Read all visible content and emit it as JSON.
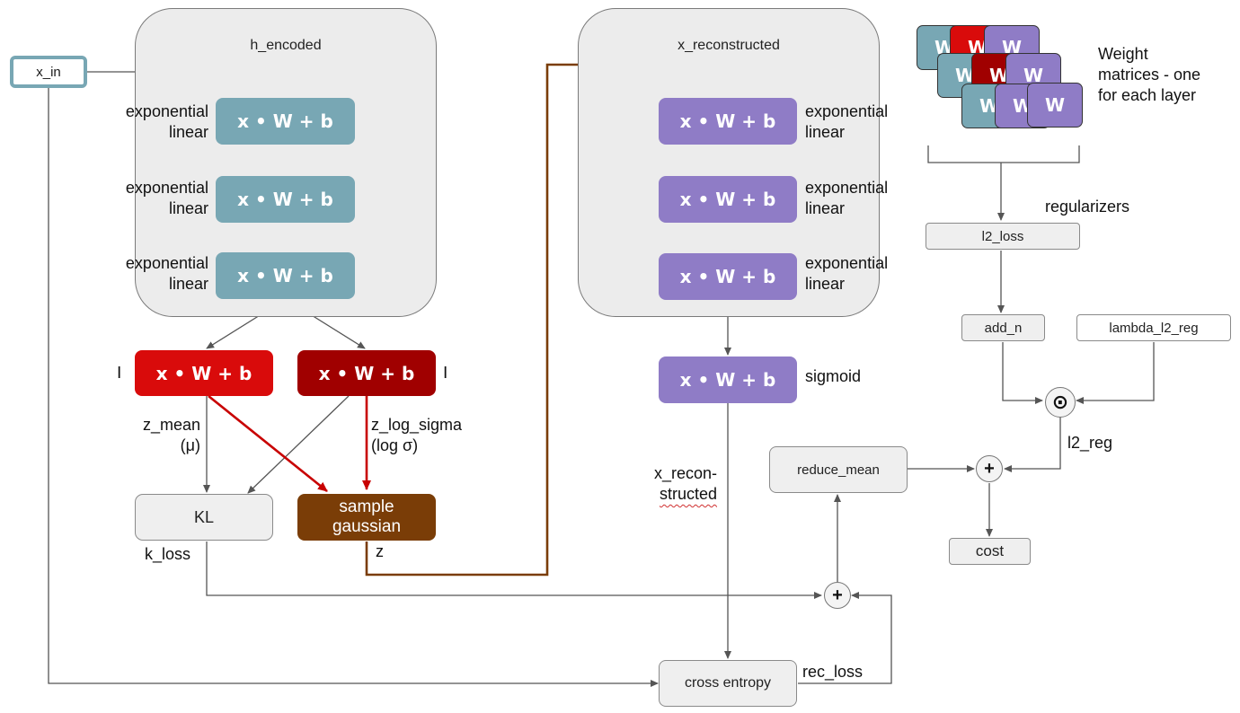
{
  "input": {
    "label": "x_in"
  },
  "encoder": {
    "title": "h_encoded",
    "layers": [
      {
        "op": "x • W + b",
        "activation_line1": "exponential",
        "activation_line2": "linear"
      },
      {
        "op": "x • W + b",
        "activation_line1": "exponential",
        "activation_line2": "linear"
      },
      {
        "op": "x • W + b",
        "activation_line1": "exponential",
        "activation_line2": "linear"
      }
    ]
  },
  "latent": {
    "mean_op": "x • W + b",
    "log_sigma_op": "x • W + b",
    "identity_mark": "I",
    "z_mean_line1": "z_mean",
    "z_mean_line2": "(μ)",
    "z_log_sigma_line1": "z_log_sigma",
    "z_log_sigma_line2": "(log σ)",
    "sample_line1": "sample",
    "sample_line2": "gaussian",
    "z_label": "z",
    "kl_label": "KL",
    "k_loss_label": "k_loss"
  },
  "decoder": {
    "title": "x_reconstructed",
    "layers": [
      {
        "op": "x • W + b",
        "activation_line1": "exponential",
        "activation_line2": "linear"
      },
      {
        "op": "x • W + b",
        "activation_line1": "exponential",
        "activation_line2": "linear"
      },
      {
        "op": "x • W + b",
        "activation_line1": "exponential",
        "activation_line2": "linear"
      }
    ],
    "output_op": "x • W + b",
    "output_activation": "sigmoid",
    "recon_line1": "x_recon-",
    "recon_line2": "structed"
  },
  "loss": {
    "cross_entropy": "cross entropy",
    "rec_loss": "rec_loss",
    "plus": "+",
    "reduce_mean": "reduce_mean",
    "cost": "cost"
  },
  "regularization": {
    "weights_letter": "W",
    "weights_line1": "Weight",
    "weights_line2": "matrices - one",
    "weights_line3": "for each layer",
    "regularizers": "regularizers",
    "l2_loss": "l2_loss",
    "add_n": "add_n",
    "lambda": "lambda_l2_reg",
    "multiply": "⊙",
    "l2_reg": "l2_reg"
  },
  "colors": {
    "encoder": "#78a7b4",
    "decoder": "#8f7cc6",
    "mean": "#d90b0b",
    "log_sigma": "#a00000",
    "sampler": "#7a3d07"
  }
}
